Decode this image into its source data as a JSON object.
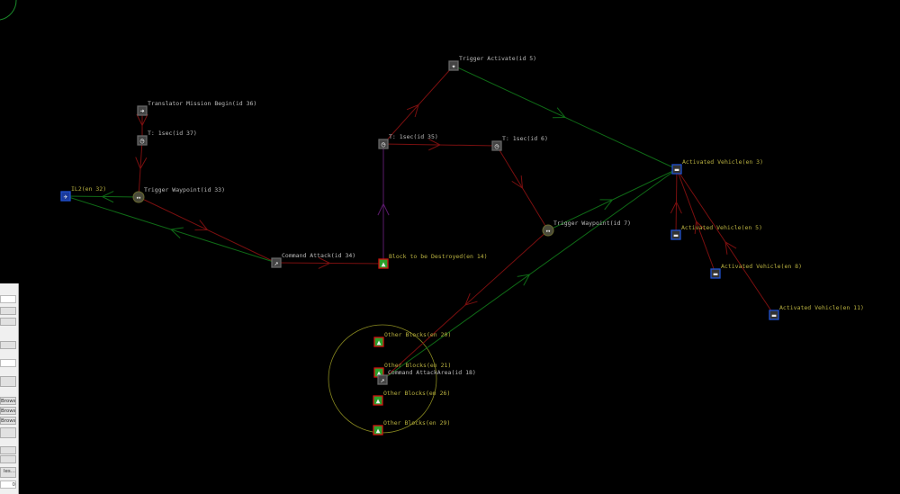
{
  "colors": {
    "trigger_link": "#7a0f0f",
    "object_link": "#0f6a16",
    "activate_link": "#5a1a6a",
    "entity_label": "#b8b040",
    "translator_label": "#bbbbbb",
    "area_circle": "#8a8a20"
  },
  "nodes": [
    {
      "id": "n36",
      "label": "Translator Mission Begin(id 36)",
      "icon": "enter-icon",
      "kind": "translator"
    },
    {
      "id": "n37",
      "label": "T: 1sec(id 37)",
      "icon": "timer-icon",
      "kind": "translator"
    },
    {
      "id": "n33",
      "label": "Trigger Waypoint(id 33)",
      "icon": "waypoint-icon",
      "kind": "translator"
    },
    {
      "id": "e32",
      "label": "IL2(en 32)",
      "icon": "plane-icon",
      "kind": "entity-air"
    },
    {
      "id": "n34",
      "label": "Command Attack(id 34)",
      "icon": "attack-icon",
      "kind": "translator"
    },
    {
      "id": "e14",
      "label": "Block to be Destroyed(en 14)",
      "icon": "block-icon",
      "kind": "entity-block"
    },
    {
      "id": "n35",
      "label": "T: 1sec(id 35)",
      "icon": "timer-icon",
      "kind": "translator"
    },
    {
      "id": "n5",
      "label": "Trigger Activate(id 5)",
      "icon": "activate-icon",
      "kind": "translator"
    },
    {
      "id": "n6",
      "label": "T: 1sec(id 6)",
      "icon": "timer-icon",
      "kind": "translator"
    },
    {
      "id": "n7",
      "label": "Trigger Waypoint(id 7)",
      "icon": "waypoint-icon",
      "kind": "translator"
    },
    {
      "id": "e3",
      "label": "Activated Vehicle(en 3)",
      "icon": "vehicle-icon",
      "kind": "entity-vehicle"
    },
    {
      "id": "e5",
      "label": "Activated Vehicle(en 5)",
      "icon": "vehicle-icon",
      "kind": "entity-vehicle"
    },
    {
      "id": "e8",
      "label": "Activated Vehicle(en 8)",
      "icon": "vehicle-icon",
      "kind": "entity-vehicle"
    },
    {
      "id": "e11",
      "label": "Activated Vehicle(en 11)",
      "icon": "vehicle-icon",
      "kind": "entity-vehicle"
    },
    {
      "id": "e20",
      "label": "Other Blocks(en 20)",
      "icon": "block-icon",
      "kind": "entity-block"
    },
    {
      "id": "e21",
      "label": "Other Blocks(en 21)",
      "icon": "block-icon",
      "kind": "entity-block"
    },
    {
      "id": "n18",
      "label": "Command AttackArea(id 18)",
      "icon": "attack-icon",
      "kind": "translator"
    },
    {
      "id": "e26",
      "label": "Other Blocks(en 26)",
      "icon": "block-icon",
      "kind": "entity-block"
    },
    {
      "id": "e29",
      "label": "Other Blocks(en 29)",
      "icon": "block-icon",
      "kind": "entity-block"
    }
  ],
  "panel": {
    "browse_label": "Browse",
    "files_label": "les...",
    "count_value": "0"
  }
}
